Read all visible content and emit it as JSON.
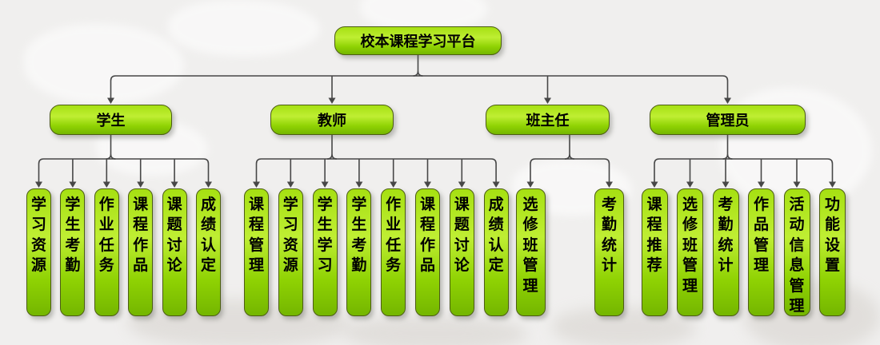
{
  "diagram": {
    "root": {
      "label": "校本课程学习平台"
    },
    "branches": [
      {
        "id": "students",
        "label": "学生",
        "children": [
          "学习资源",
          "学生考勤",
          "作业任务",
          "课程作品",
          "课题讨论",
          "成绩认定"
        ]
      },
      {
        "id": "teachers",
        "label": "教师",
        "children": [
          "课程管理",
          "学习资源",
          "学生学习",
          "学生考勤",
          "作业任务",
          "课程作品",
          "课题讨论",
          "成绩认定"
        ]
      },
      {
        "id": "head-teacher",
        "label": "班主任",
        "children": [
          "选修班管理",
          "考勤统计"
        ]
      },
      {
        "id": "admin",
        "label": "管理员",
        "children": [
          "课程推荐",
          "选修班管理",
          "考勤统计",
          "作品管理",
          "活动信息管理",
          "功能设置"
        ]
      }
    ],
    "colors": {
      "background": "#f0efee",
      "node_gradient_top": "#a6e012",
      "node_gradient_mid": "#bfee33",
      "node_gradient_bottom": "#74b600",
      "node_border": "#4c5c14",
      "connector": "#474747",
      "text": "#000000"
    }
  }
}
